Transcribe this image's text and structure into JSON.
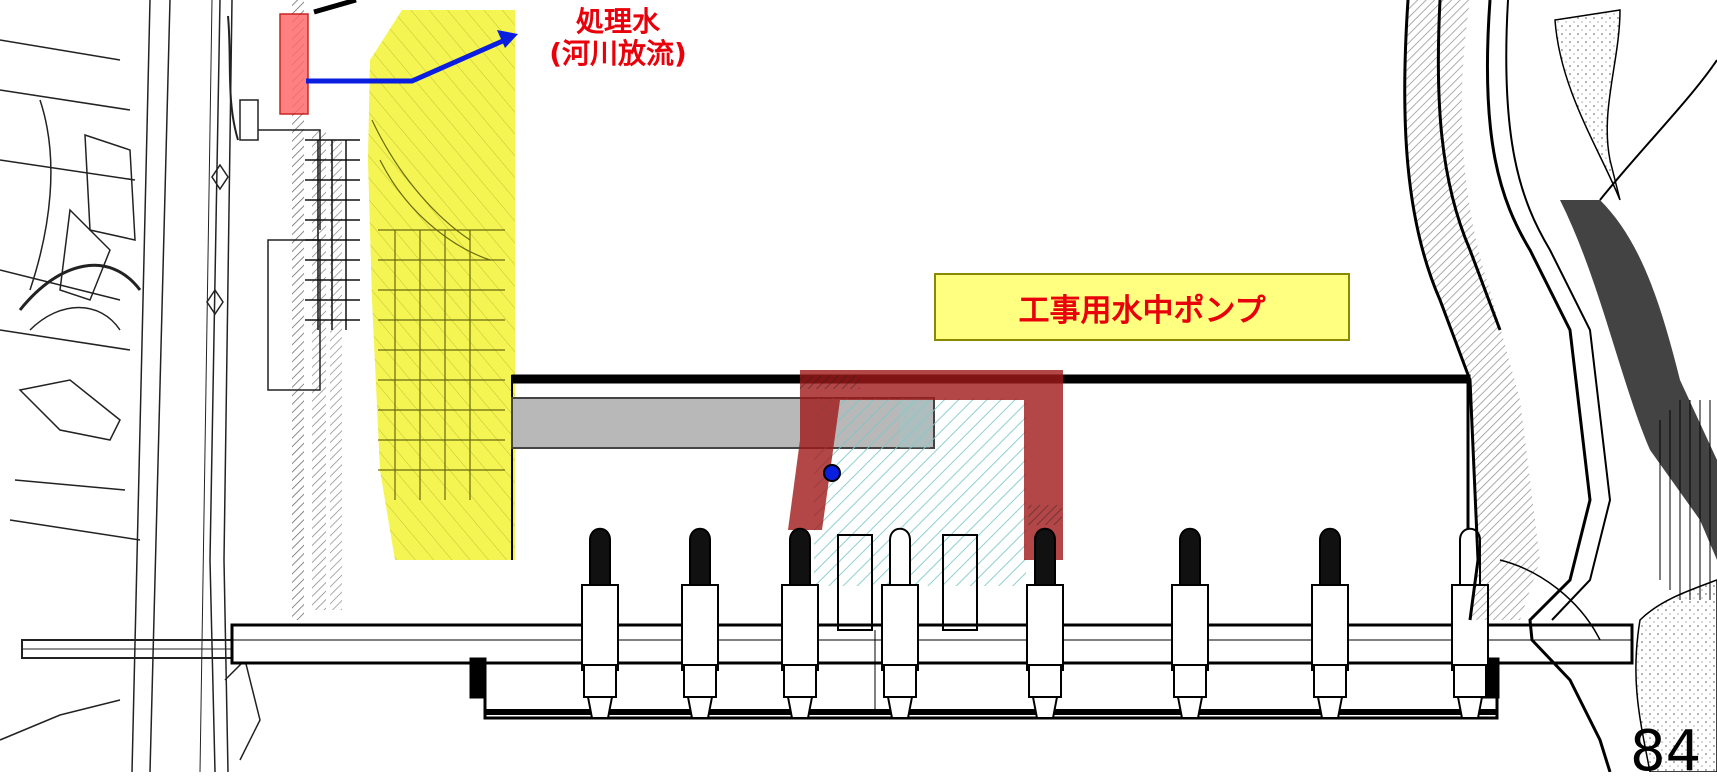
{
  "labels": {
    "treated_water_line1": "処理水",
    "treated_water_line2": "(河川放流)",
    "pump": "工事用水中ポンプ",
    "page_number": "84"
  },
  "colors": {
    "label_red": "#e8000b",
    "pump_box_fill": "#ffff80",
    "yellow_zone": "#f2f234",
    "flow_arrow": "#0a1ee0",
    "dark_red_structure": "#a01818",
    "hatch_area": "#8fd0d0",
    "gray_channel": "#b8b8b8"
  },
  "icons": {
    "flow_arrow": "arrow-right-icon",
    "pump_point": "pump-marker-icon"
  }
}
